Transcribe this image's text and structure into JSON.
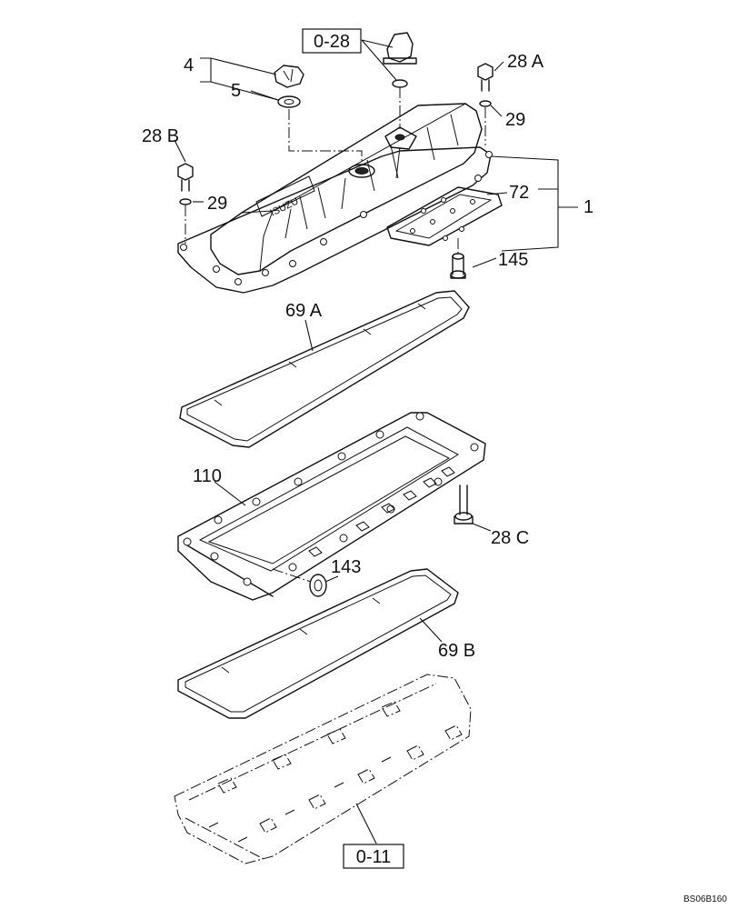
{
  "callouts": {
    "ref_top": "0-28",
    "ref_bottom": "0-11",
    "n4": "4",
    "n5": "5",
    "n28a": "28 A",
    "n29a": "29",
    "n28b": "28 B",
    "n29b": "29",
    "n72": "72",
    "n1": "1",
    "n145": "145",
    "n69a": "69 A",
    "n110": "110",
    "n28c": "28 C",
    "n143": "143",
    "n69b": "69 B"
  },
  "cover_logo": "ISUZU",
  "drawing_code": "BS06B160"
}
